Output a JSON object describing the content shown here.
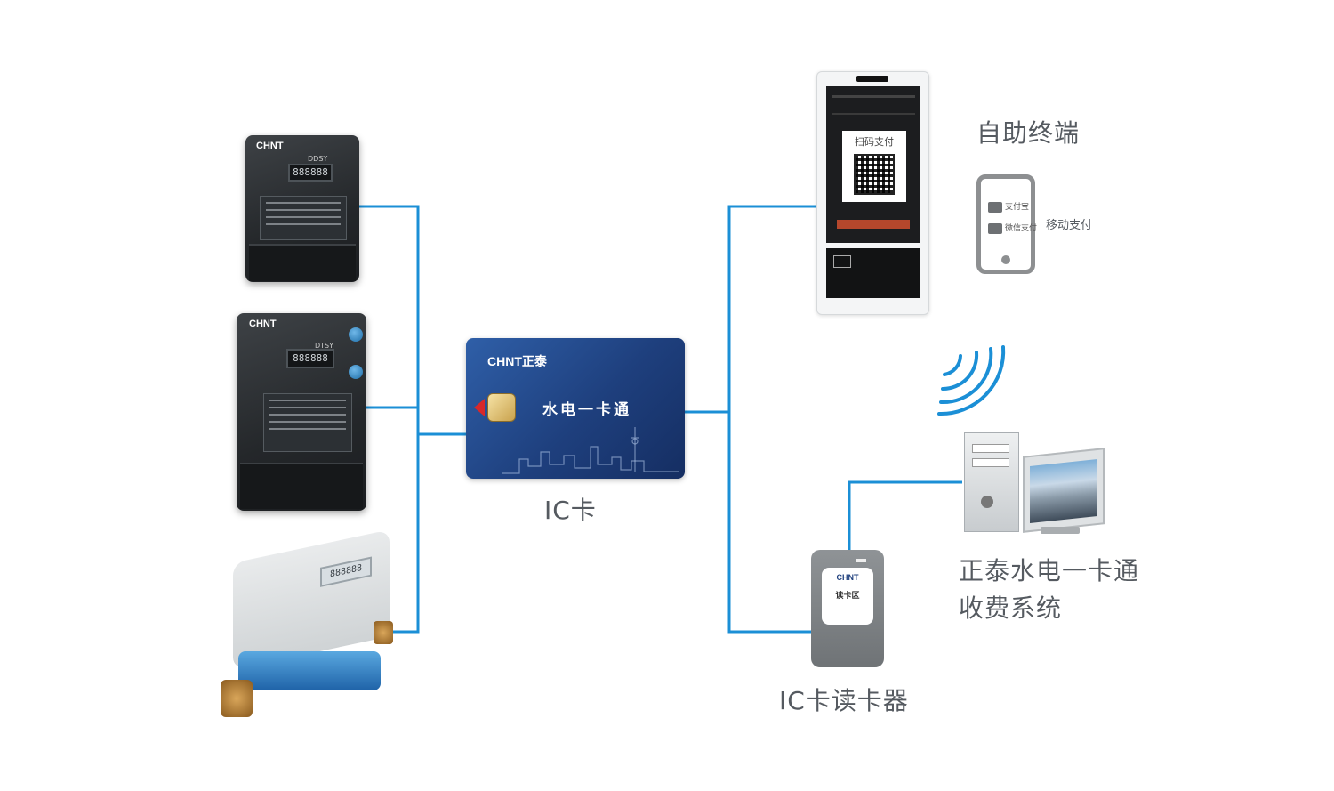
{
  "colors": {
    "wire": "#1b8fd6",
    "label_text": "#555a60",
    "card_bg": "#1e3f7d",
    "wifi": "#1b8fd6"
  },
  "meters": {
    "three_phase_brand": "CHNT",
    "three_phase_model": "DDSY",
    "three_phase_display": "888888",
    "single_phase_brand": "CHNT",
    "single_phase_model": "DTSY",
    "single_phase_display": "888888",
    "water_meter_display": "888888"
  },
  "ic_card": {
    "brand": "CHNT正泰",
    "title": "水电一卡通",
    "caption": "IC卡"
  },
  "kiosk": {
    "popup_title": "扫码支付",
    "label": "自助终端"
  },
  "mobile_pay": {
    "alipay": "支付宝",
    "wechat": "微信支付",
    "label": "移动支付"
  },
  "system": {
    "label_line1": "正泰水电一卡通",
    "label_line2": "收费系统"
  },
  "card_reader": {
    "brand": "CHNT",
    "zone_text": "读卡区",
    "label": "IC卡读卡器"
  }
}
